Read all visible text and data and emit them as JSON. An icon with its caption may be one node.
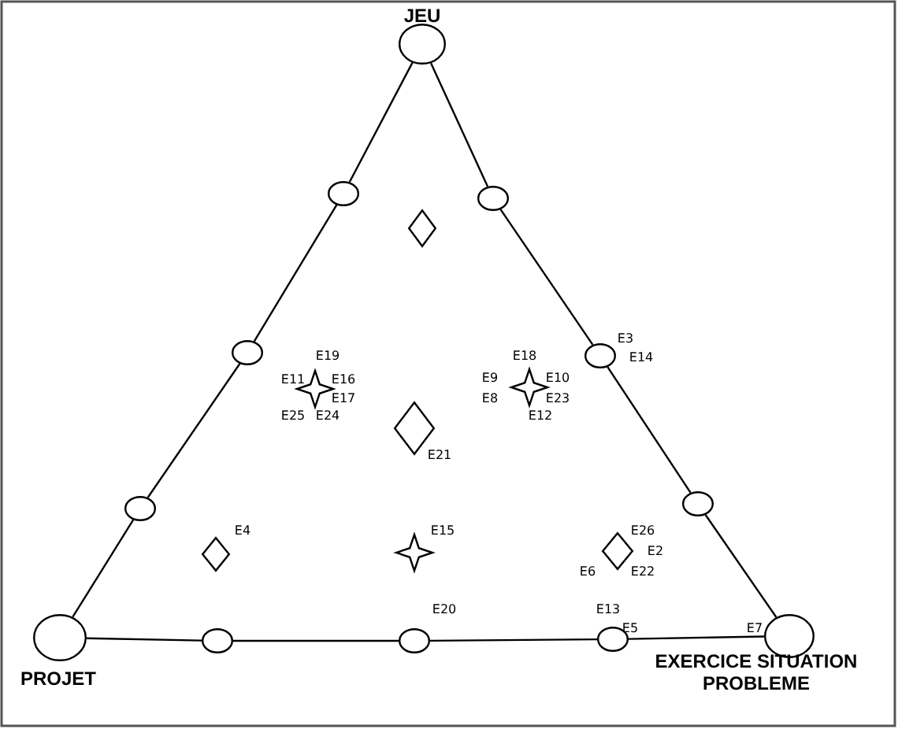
{
  "diagram": {
    "nodes": [
      {
        "text": [
          "JEU"
        ]
      },
      {
        "text": [],
        "shape": "circle"
      },
      {
        "text": [],
        "shape": "circle"
      },
      {
        "text": [],
        "shape": "diamond"
      },
      {
        "text": [],
        "shape": "circle"
      },
      {
        "text": [],
        "shape": "circle",
        "beside": [
          "E3",
          "E14"
        ]
      },
      {
        "text": [],
        "shape": "star",
        "beside": [
          "E19",
          "E11",
          "E16",
          "E17",
          "E25",
          "E24"
        ]
      },
      {
        "text": [],
        "shape": "star",
        "beside": [
          "E18",
          "E9",
          "E10",
          "E8",
          "E23",
          "E12"
        ]
      },
      {
        "text": [],
        "shape": "diamond",
        "beside": [
          "E21"
        ]
      },
      {
        "text": [],
        "shape": "circle"
      },
      {
        "text": [],
        "shape": "circle"
      },
      {
        "text": [],
        "shape": "diamond",
        "beside": [
          "E4"
        ]
      },
      {
        "text": [],
        "shape": "star",
        "beside": [
          "E15"
        ]
      },
      {
        "text": [],
        "shape": "diamond",
        "beside": [
          "E26",
          "E2",
          "E6",
          "E22"
        ]
      },
      {
        "text": [
          "PROJET"
        ]
      },
      {
        "text": [],
        "shape": "circle"
      },
      {
        "text": [],
        "shape": "circle",
        "beside": [
          "E20"
        ]
      },
      {
        "text": [],
        "shape": "circle",
        "beside": [
          "E13",
          "E5"
        ]
      },
      {
        "text": [
          "EXERCICE SITUATION PROBLEME"
        ],
        "beside": [
          "E7"
        ]
      }
    ],
    "edges": [
      {
        "from": 0,
        "to": 1,
        "arrow": "none"
      },
      {
        "from": 1,
        "to": 4,
        "arrow": "none"
      },
      {
        "from": 4,
        "to": 10,
        "arrow": "none"
      },
      {
        "from": 10,
        "to": 14,
        "arrow": "none"
      },
      {
        "from": 0,
        "to": 2,
        "arrow": "none"
      },
      {
        "from": 2,
        "to": 5,
        "arrow": "none"
      },
      {
        "from": 5,
        "to": 9,
        "arrow": "none"
      },
      {
        "from": 9,
        "to": 18,
        "arrow": "none"
      },
      {
        "from": 14,
        "to": 15,
        "arrow": "none"
      },
      {
        "from": 15,
        "to": 16,
        "arrow": "none"
      },
      {
        "from": 16,
        "to": 17,
        "arrow": "none"
      },
      {
        "from": 17,
        "to": 18,
        "arrow": "none"
      }
    ]
  }
}
